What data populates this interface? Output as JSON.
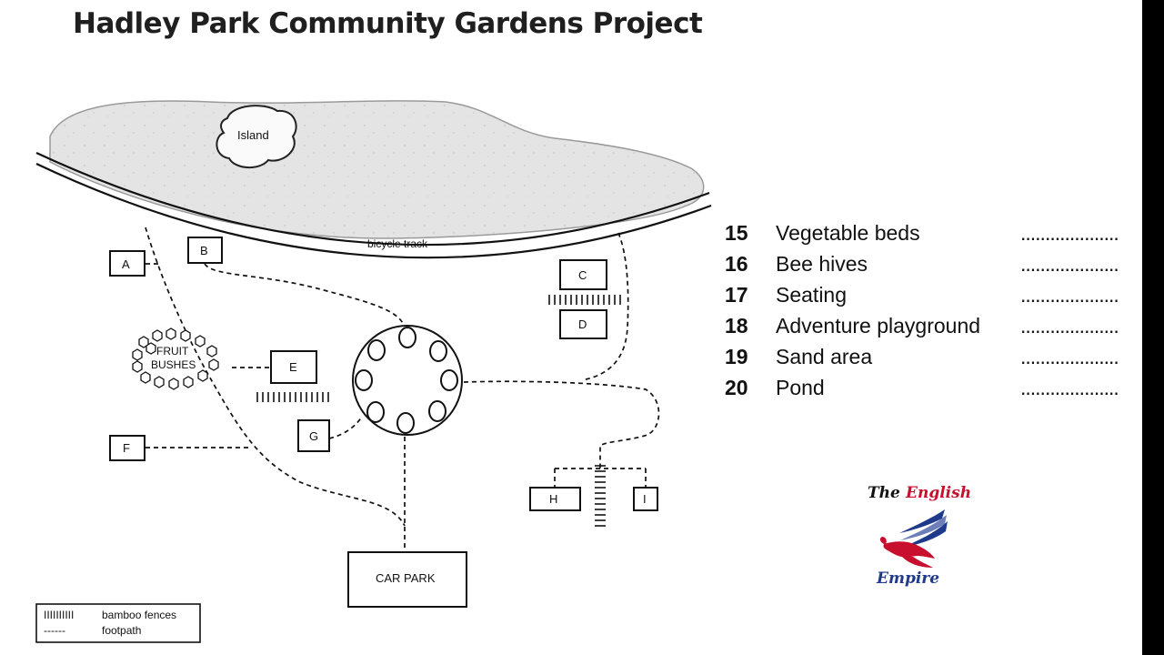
{
  "title": "Hadley Park Community Gardens Project",
  "map": {
    "island_label": "Island",
    "track_label": "bicycle track",
    "fruit_label_1": "FRUIT",
    "fruit_label_2": "BUSHES",
    "car_park_label": "CAR PARK",
    "locations": [
      "A",
      "B",
      "C",
      "D",
      "E",
      "F",
      "G",
      "H",
      "I"
    ]
  },
  "legend": {
    "bamboo_symbol": "IIIIIIIIII",
    "bamboo_label": "bamboo fences",
    "footpath_symbol": "------",
    "footpath_label": "footpath"
  },
  "questions": [
    {
      "number": "15",
      "label": "Vegetable beds",
      "blank": "...................."
    },
    {
      "number": "16",
      "label": "Bee hives",
      "blank": "...................."
    },
    {
      "number": "17",
      "label": "Seating",
      "blank": "...................."
    },
    {
      "number": "18",
      "label": "Adventure playground",
      "blank": "...................."
    },
    {
      "number": "19",
      "label": "Sand area",
      "blank": "...................."
    },
    {
      "number": "20",
      "label": "Pond",
      "blank": "...................."
    }
  ],
  "logo": {
    "line1_a": "The",
    "line1_b": "English",
    "line2": "Empire"
  },
  "colors": {
    "logo_red": "#c8102e",
    "logo_blue": "#1f3a8a",
    "lake_fill": "#e6e6e6"
  }
}
